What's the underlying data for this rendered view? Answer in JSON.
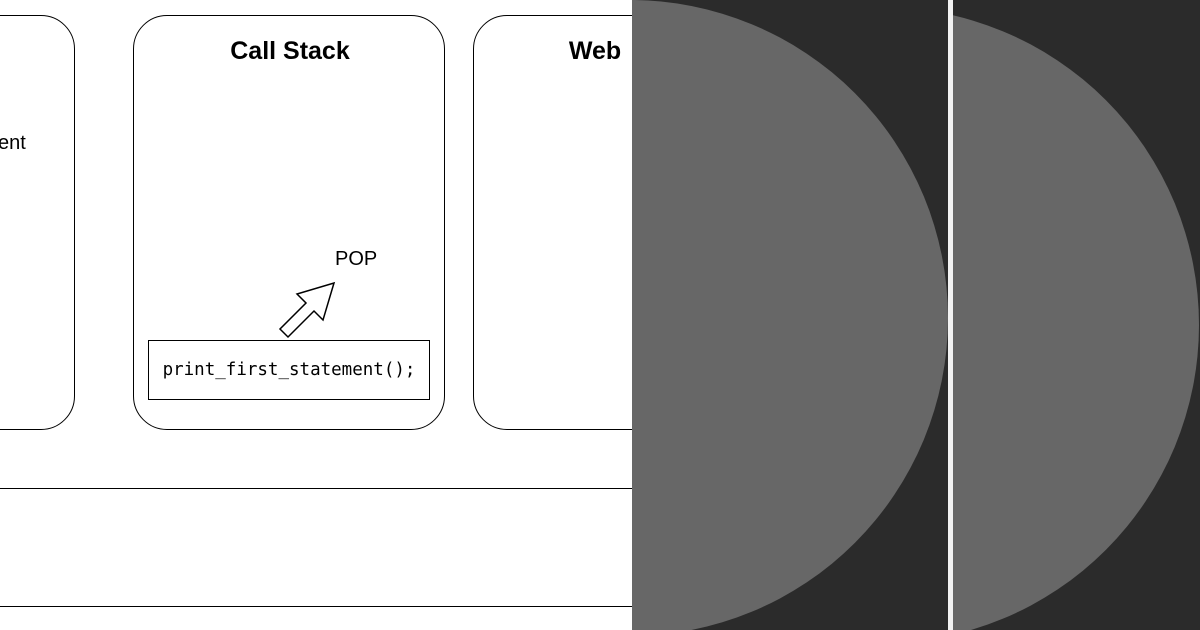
{
  "diagram": {
    "left_panel": {
      "text_fragment": "ent"
    },
    "call_stack": {
      "title": "Call Stack",
      "action_label": "POP",
      "frames": [
        "print_first_statement();"
      ]
    },
    "web_panel": {
      "title": "Web"
    }
  },
  "colors": {
    "line": "#000000",
    "background": "#ffffff",
    "overlay_dark": "#2b2b2b",
    "overlay_disc": "#676767",
    "divider": "#f2f2f2"
  },
  "icons": {
    "pop_arrow": "arrow-up-right-outline-icon"
  }
}
